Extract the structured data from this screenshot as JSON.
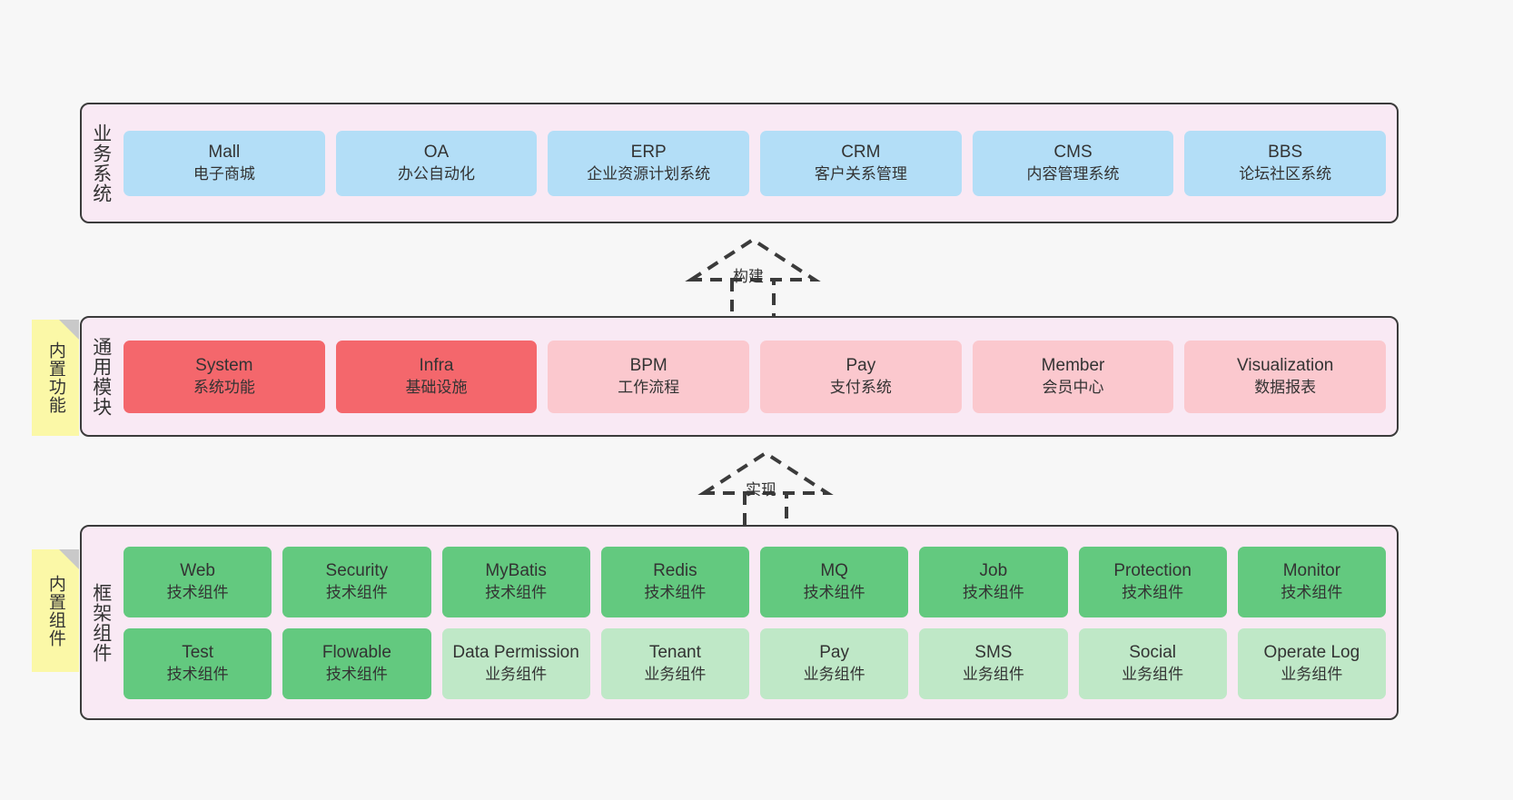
{
  "diagram": {
    "background_color": "#f7f7f7",
    "layer_fill": "#f9e9f4",
    "layer_border": "#3b3b3b"
  },
  "layers": [
    {
      "id": "business-systems",
      "label": "业务系统",
      "card_color": "#b3def7",
      "cards": [
        {
          "en": "Mall",
          "cn": "电子商城",
          "color": "#b3def7"
        },
        {
          "en": "OA",
          "cn": "办公自动化",
          "color": "#b3def7"
        },
        {
          "en": "ERP",
          "cn": "企业资源计划系统",
          "color": "#b3def7"
        },
        {
          "en": "CRM",
          "cn": "客户关系管理",
          "color": "#b3def7"
        },
        {
          "en": "CMS",
          "cn": "内容管理系统",
          "color": "#b3def7"
        },
        {
          "en": "BBS",
          "cn": "论坛社区系统",
          "color": "#b3def7"
        }
      ]
    },
    {
      "id": "common-modules",
      "label": "通用模块",
      "note": "内置功能",
      "cards": [
        {
          "en": "System",
          "cn": "系统功能",
          "color": "#f4676c"
        },
        {
          "en": "Infra",
          "cn": "基础设施",
          "color": "#f4676c"
        },
        {
          "en": "BPM",
          "cn": "工作流程",
          "color": "#fbc8ce"
        },
        {
          "en": "Pay",
          "cn": "支付系统",
          "color": "#fbc8ce"
        },
        {
          "en": "Member",
          "cn": "会员中心",
          "color": "#fbc8ce"
        },
        {
          "en": "Visualization",
          "cn": "数据报表",
          "color": "#fbc8ce"
        }
      ]
    },
    {
      "id": "framework-components",
      "label": "框架组件",
      "note": "内置组件",
      "rows": [
        [
          {
            "en": "Web",
            "cn": "技术组件",
            "color": "#63c97f"
          },
          {
            "en": "Security",
            "cn": "技术组件",
            "color": "#63c97f"
          },
          {
            "en": "MyBatis",
            "cn": "技术组件",
            "color": "#63c97f"
          },
          {
            "en": "Redis",
            "cn": "技术组件",
            "color": "#63c97f"
          },
          {
            "en": "MQ",
            "cn": "技术组件",
            "color": "#63c97f"
          },
          {
            "en": "Job",
            "cn": "技术组件",
            "color": "#63c97f"
          },
          {
            "en": "Protection",
            "cn": "技术组件",
            "color": "#63c97f"
          },
          {
            "en": "Monitor",
            "cn": "技术组件",
            "color": "#63c97f"
          }
        ],
        [
          {
            "en": "Test",
            "cn": "技术组件",
            "color": "#63c97f"
          },
          {
            "en": "Flowable",
            "cn": "技术组件",
            "color": "#63c97f"
          },
          {
            "en": "Data Permission",
            "cn": "业务组件",
            "color": "#bfe8c7"
          },
          {
            "en": "Tenant",
            "cn": "业务组件",
            "color": "#bfe8c7"
          },
          {
            "en": "Pay",
            "cn": "业务组件",
            "color": "#bfe8c7"
          },
          {
            "en": "SMS",
            "cn": "业务组件",
            "color": "#bfe8c7"
          },
          {
            "en": "Social",
            "cn": "业务组件",
            "color": "#bfe8c7"
          },
          {
            "en": "Operate Log",
            "cn": "业务组件",
            "color": "#bfe8c7"
          }
        ]
      ]
    }
  ],
  "connectors": [
    {
      "id": "build",
      "label": "构建"
    },
    {
      "id": "implement",
      "label": "实现"
    }
  ]
}
